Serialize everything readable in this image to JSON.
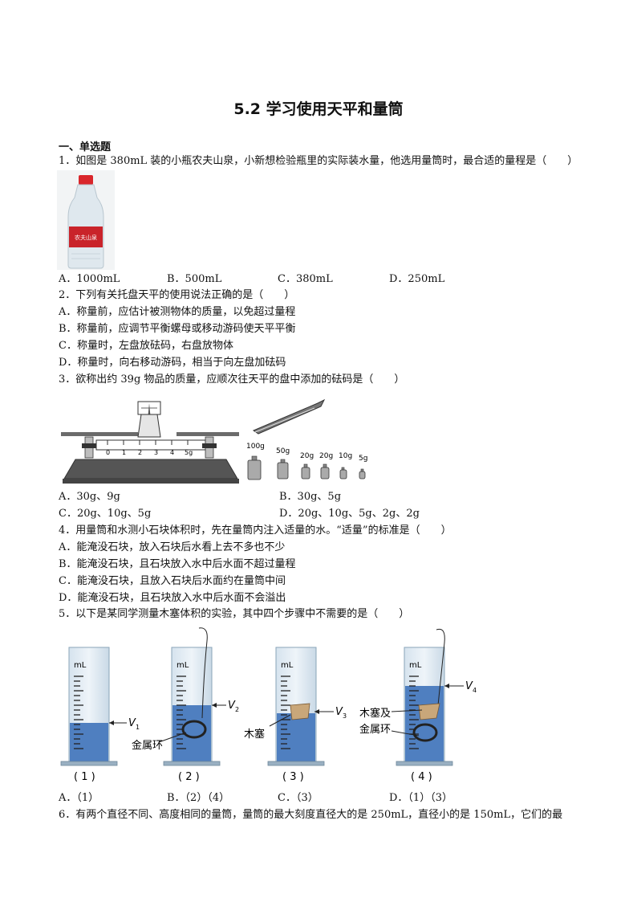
{
  "title": "5.2  学习使用天平和量筒",
  "section": "一、单选题",
  "q1": {
    "stem": "1．如图是 380mL 装的小瓶农夫山泉，小新想检验瓶里的实际装水量，他选用量筒时，最合适的量程是（　　）",
    "bottle_label": "农夫山泉",
    "options": [
      "A．1000mL",
      "B．500mL",
      "C．380mL",
      "D．250mL"
    ]
  },
  "q2": {
    "stem": "2．下列有关托盘天平的使用说法正确的是（　　）",
    "options": [
      "A．称量前，应估计被测物体的质量，以免超过量程",
      "B．称量前，应调节平衡螺母或移动游码使天平平衡",
      "C．称量时，左盘放砝码，右盘放物体",
      "D．称量时，向右移动游码，相当于向左盘加砝码"
    ]
  },
  "q3": {
    "stem": "3．欲称出约 39g 物品的质量，应顺次往天平的盘中添加的砝码是（　　）",
    "scale_ticks": [
      "0",
      "1",
      "2",
      "3",
      "4",
      "5g"
    ],
    "weights": [
      "100g",
      "50g",
      "20g",
      "20g",
      "10g",
      "5g"
    ],
    "options": [
      "A．30g、9g",
      "B．30g、5g",
      "C．20g、10g、5g",
      "D．20g、10g、5g、2g、2g"
    ]
  },
  "q4": {
    "stem": "4．用量筒和水测小石块体积时，先在量筒内注入适量的水。“适量”的标准是（　　）",
    "options": [
      "A．能淹没石块，放入石块后水看上去不多也不少",
      "B．能淹没石块，且石块放入水中后水面不超过量程",
      "C．能淹没石块，且放入石块后水面约在量筒中间",
      "D．能淹没石块，且石块放入水中后水面不会溢出"
    ]
  },
  "q5": {
    "stem": "5．以下是某同学测量木塞体积的实验，其中四个步骤中不需要的是（　　）",
    "unit": "mL",
    "cylinders": [
      {
        "caption": "( 1 )",
        "v": "V",
        "sub": "1",
        "label1": "",
        "label2": ""
      },
      {
        "caption": "( 2 )",
        "v": "V",
        "sub": "2",
        "label1": "金属环",
        "label2": ""
      },
      {
        "caption": "( 3 )",
        "v": "V",
        "sub": "3",
        "label1": "木塞",
        "label2": ""
      },
      {
        "caption": "( 4 )",
        "v": "V",
        "sub": "4",
        "label1": "木塞及",
        "label2": "金属环"
      }
    ],
    "options": [
      "A．（1）",
      "B．（2）（4）",
      "C．（3）",
      "D．（1）（3）"
    ]
  },
  "q6": {
    "stem": "6．有两个直径不同、高度相同的量筒，量筒的最大刻度直径大的是 250mL，直径小的是 150mL，它们的最"
  }
}
